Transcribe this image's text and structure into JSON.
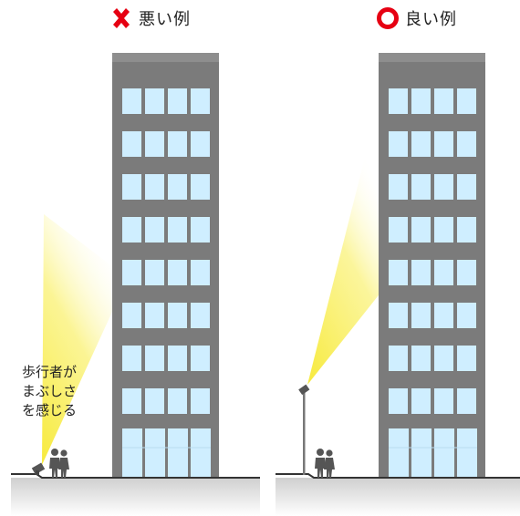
{
  "panels": {
    "bad": {
      "title": "悪い例",
      "mark_color": "#e60012",
      "note_lines": [
        "歩行者が",
        "まぶしさ",
        "を感じる"
      ]
    },
    "good": {
      "title": "良い例",
      "mark_color": "#e60012"
    }
  },
  "colors": {
    "building": "#7b7b7b",
    "building_top": "#8e8e8e",
    "window": "#cfeeff",
    "ground": "#cfcfcf",
    "ground_line": "#333333",
    "light_inner": "#f7ea3c",
    "light_outer": "#ffffff",
    "person": "#555555"
  }
}
